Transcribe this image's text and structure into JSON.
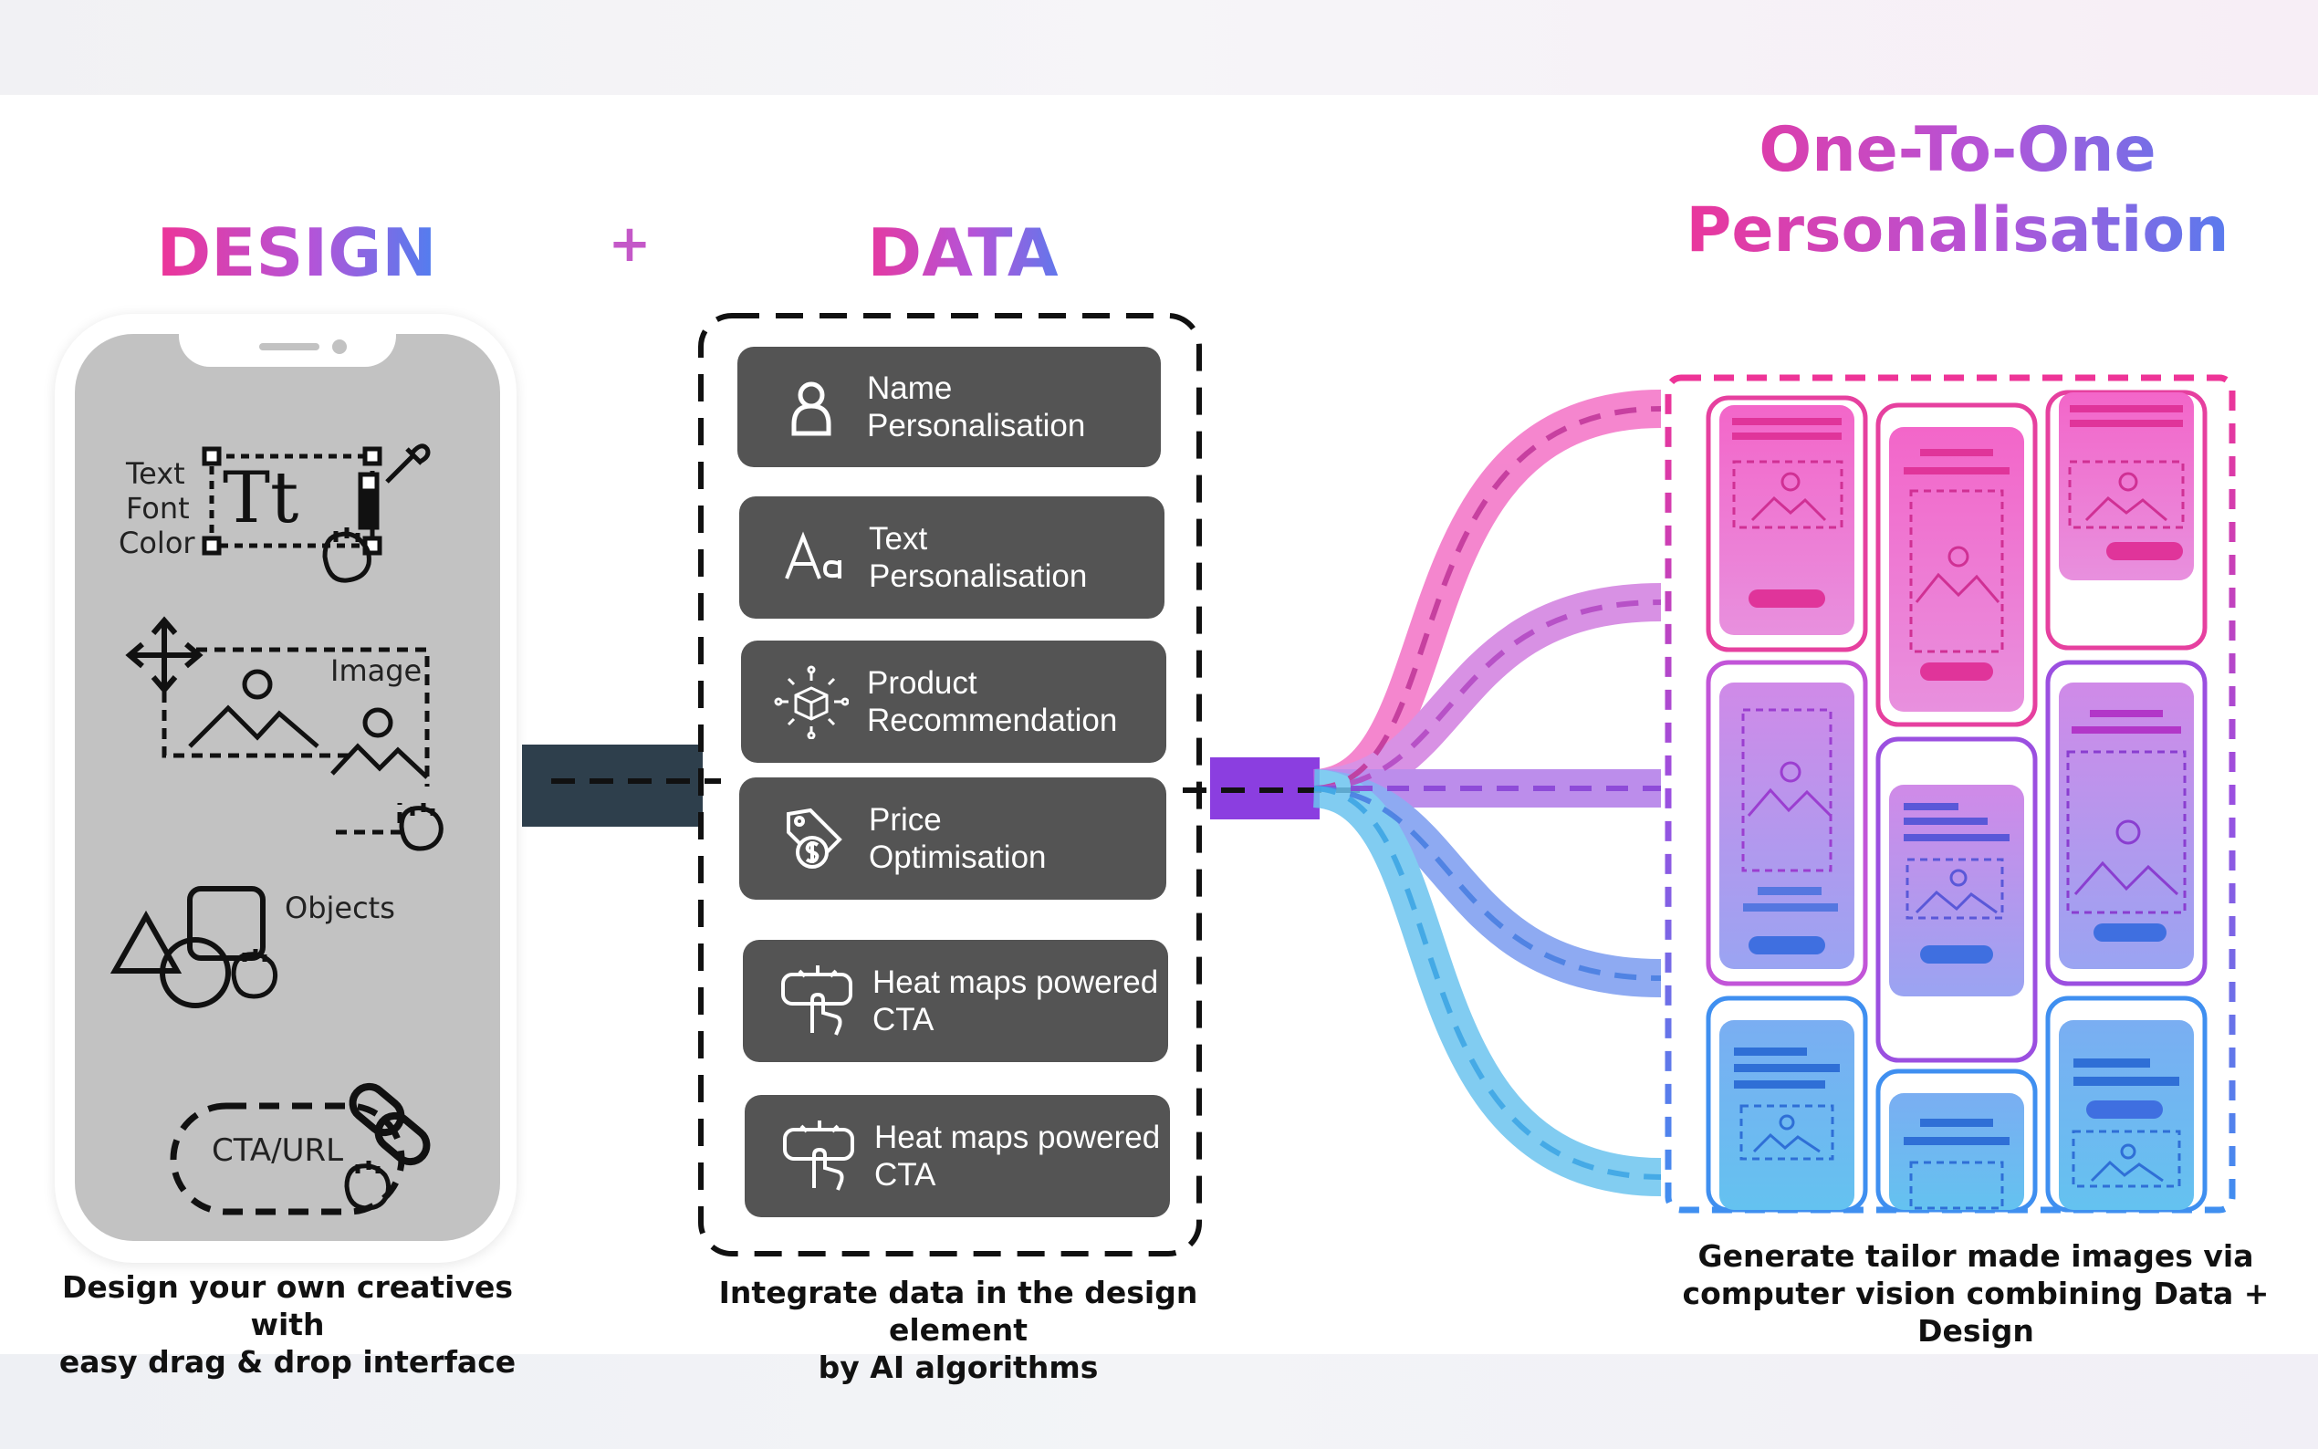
{
  "design": {
    "title": "DESIGN",
    "plus": "+",
    "labels": {
      "text": "Text",
      "font": "Font",
      "color": "Color",
      "glyphs": "Tt",
      "image": "Image",
      "objects": "Objects",
      "cta": "CTA/URL"
    },
    "caption": "Design your own creatives with\neasy drag & drop interface"
  },
  "data": {
    "title": "DATA",
    "cards": [
      {
        "label": "Name\nPersonalisation",
        "icon": "person-icon"
      },
      {
        "label": "Text\nPersonalisation",
        "icon": "font-aa-icon"
      },
      {
        "label": "Product\nRecommendation",
        "icon": "product-cube-icon"
      },
      {
        "label": "Price\nOptimisation",
        "icon": "price-tag-icon"
      },
      {
        "label": "Heat maps powered\nCTA",
        "icon": "touch-click-icon"
      },
      {
        "label": "Heat maps powered\nCTA",
        "icon": "touch-click-icon"
      }
    ],
    "caption": "Integrate data in the design element\nby AI algorithms"
  },
  "output": {
    "title_line1": "One-To-One",
    "title_line2": "Personalisation",
    "caption": "Generate tailor made images via\ncomputer vision combining Data + Design"
  },
  "colors": {
    "pink": "#ee3497",
    "purple": "#9b4fe0",
    "blue": "#3f8ff0",
    "cyan": "#5fc6ee",
    "card": "#545454"
  }
}
